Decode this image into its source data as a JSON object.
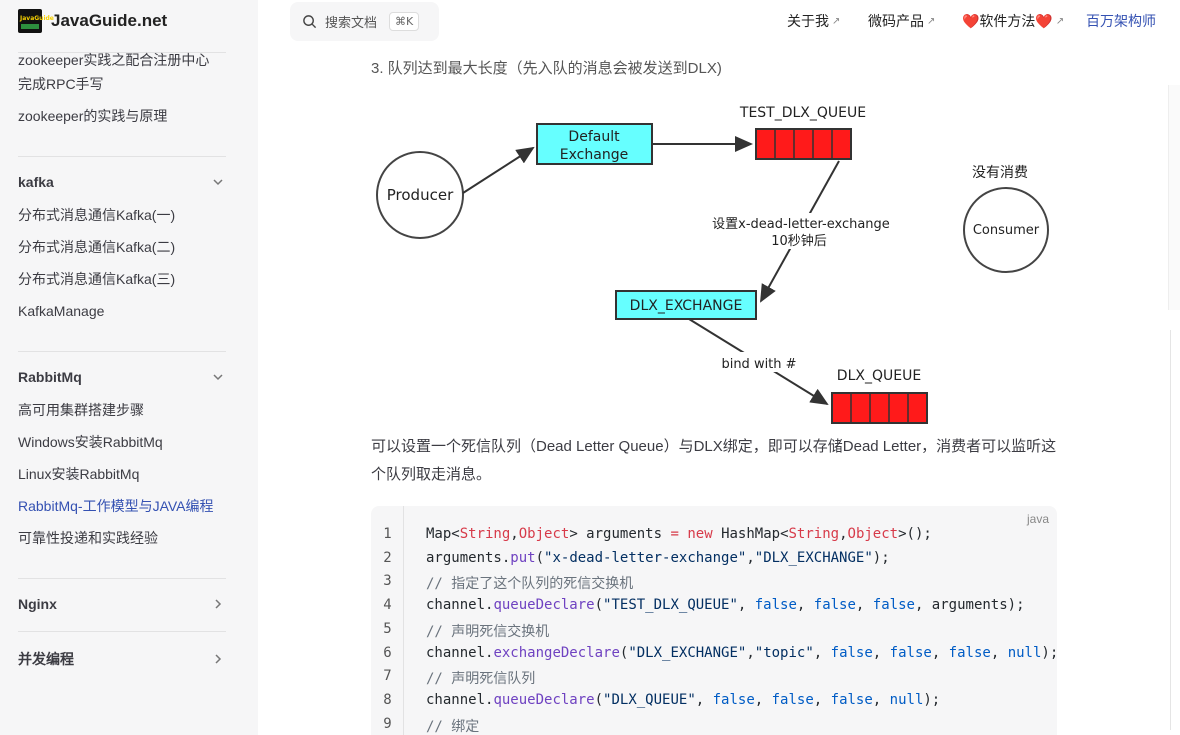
{
  "sidebar": {
    "brand": "JavaGuide.net",
    "logo_text": "JavaGuide",
    "items_top": [
      "zookeeper实践之配合注册中心",
      "完成RPC手写",
      "zookeeper的实践与原理"
    ],
    "group_kafka": "kafka",
    "kafka_items": [
      "分布式消息通信Kafka(一)",
      "分布式消息通信Kafka(二)",
      "分布式消息通信Kafka(三)",
      "KafkaManage"
    ],
    "group_rabbit": "RabbitMq",
    "rabbit_items": [
      "高可用集群搭建步骤",
      "Windows安装RabbitMq",
      "Linux安装RabbitMq",
      "RabbitMq-工作模型与JAVA编程",
      "可靠性投递和实践经验"
    ],
    "group_nginx": "Nginx",
    "group_concurrent": "并发编程"
  },
  "header": {
    "search_label": "搜索文档",
    "search_shortcut": "⌘K",
    "nav": [
      "关于我",
      "微码产品",
      "❤️软件方法❤️",
      "百万架构师"
    ],
    "ext_icon": "↗"
  },
  "content": {
    "step_text": "3. 队列达到最大长度（先入队的消息会被发送到DLX)",
    "diagram": {
      "producer": "Producer",
      "default_exchange_1": "Default",
      "default_exchange_2": "Exchange",
      "test_queue": "TEST_DLX_QUEUE",
      "no_consume": "没有消费",
      "consumer": "Consumer",
      "edge_label_1": "设置x-dead-letter-exchange",
      "edge_label_2": "10秒钟后",
      "dlx_exchange": "DLX_EXCHANGE",
      "bind_label": "bind with #",
      "dlx_queue": "DLX_QUEUE"
    },
    "paragraph": "可以设置一个死信队列（Dead Letter Queue）与DLX绑定，即可以存储Dead Letter，消费者可以监听这个队列取走消息。"
  },
  "code": {
    "lang": "java",
    "line_numbers": [
      "1",
      "2",
      "3",
      "4",
      "5",
      "6",
      "7",
      "8",
      "9"
    ],
    "lines": [
      [
        {
          "t": "Map<",
          "c": ""
        },
        {
          "t": "String",
          "c": "ty"
        },
        {
          "t": ",",
          "c": ""
        },
        {
          "t": "Object",
          "c": "ty"
        },
        {
          "t": "> arguments ",
          "c": ""
        },
        {
          "t": "=",
          "c": "kw"
        },
        {
          "t": " ",
          "c": ""
        },
        {
          "t": "new",
          "c": "kw"
        },
        {
          "t": " HashMap<",
          "c": ""
        },
        {
          "t": "String",
          "c": "ty"
        },
        {
          "t": ",",
          "c": ""
        },
        {
          "t": "Object",
          "c": "ty"
        },
        {
          "t": ">();",
          "c": ""
        }
      ],
      [
        {
          "t": "arguments.",
          "c": ""
        },
        {
          "t": "put",
          "c": "fn"
        },
        {
          "t": "(",
          "c": ""
        },
        {
          "t": "\"x-dead-letter-exchange\"",
          "c": "st"
        },
        {
          "t": ",",
          "c": ""
        },
        {
          "t": "\"DLX_EXCHANGE\"",
          "c": "st"
        },
        {
          "t": ");",
          "c": ""
        }
      ],
      [
        {
          "t": "// 指定了这个队列的死信交换机",
          "c": "cm"
        }
      ],
      [
        {
          "t": "channel.",
          "c": ""
        },
        {
          "t": "queueDeclare",
          "c": "fn"
        },
        {
          "t": "(",
          "c": ""
        },
        {
          "t": "\"TEST_DLX_QUEUE\"",
          "c": "st"
        },
        {
          "t": ", ",
          "c": ""
        },
        {
          "t": "false",
          "c": "bl"
        },
        {
          "t": ", ",
          "c": ""
        },
        {
          "t": "false",
          "c": "bl"
        },
        {
          "t": ", ",
          "c": ""
        },
        {
          "t": "false",
          "c": "bl"
        },
        {
          "t": ", arguments);",
          "c": ""
        }
      ],
      [
        {
          "t": "// 声明死信交换机",
          "c": "cm"
        }
      ],
      [
        {
          "t": "channel.",
          "c": ""
        },
        {
          "t": "exchangeDeclare",
          "c": "fn"
        },
        {
          "t": "(",
          "c": ""
        },
        {
          "t": "\"DLX_EXCHANGE\"",
          "c": "st"
        },
        {
          "t": ",",
          "c": ""
        },
        {
          "t": "\"topic\"",
          "c": "st"
        },
        {
          "t": ", ",
          "c": ""
        },
        {
          "t": "false",
          "c": "bl"
        },
        {
          "t": ", ",
          "c": ""
        },
        {
          "t": "false",
          "c": "bl"
        },
        {
          "t": ", ",
          "c": ""
        },
        {
          "t": "false",
          "c": "bl"
        },
        {
          "t": ", ",
          "c": ""
        },
        {
          "t": "null",
          "c": "bl"
        },
        {
          "t": ");",
          "c": ""
        }
      ],
      [
        {
          "t": "// 声明死信队列",
          "c": "cm"
        }
      ],
      [
        {
          "t": "channel.",
          "c": ""
        },
        {
          "t": "queueDeclare",
          "c": "fn"
        },
        {
          "t": "(",
          "c": ""
        },
        {
          "t": "\"DLX_QUEUE\"",
          "c": "st"
        },
        {
          "t": ", ",
          "c": ""
        },
        {
          "t": "false",
          "c": "bl"
        },
        {
          "t": ", ",
          "c": ""
        },
        {
          "t": "false",
          "c": "bl"
        },
        {
          "t": ", ",
          "c": ""
        },
        {
          "t": "false",
          "c": "bl"
        },
        {
          "t": ", ",
          "c": ""
        },
        {
          "t": "null",
          "c": "bl"
        },
        {
          "t": ");",
          "c": ""
        }
      ],
      [
        {
          "t": "// 绑定",
          "c": "cm"
        }
      ]
    ]
  },
  "colors": {
    "accent": "#3451b2",
    "exchange_fill": "#66ffff",
    "queue_fill": "#ff1a1a"
  }
}
